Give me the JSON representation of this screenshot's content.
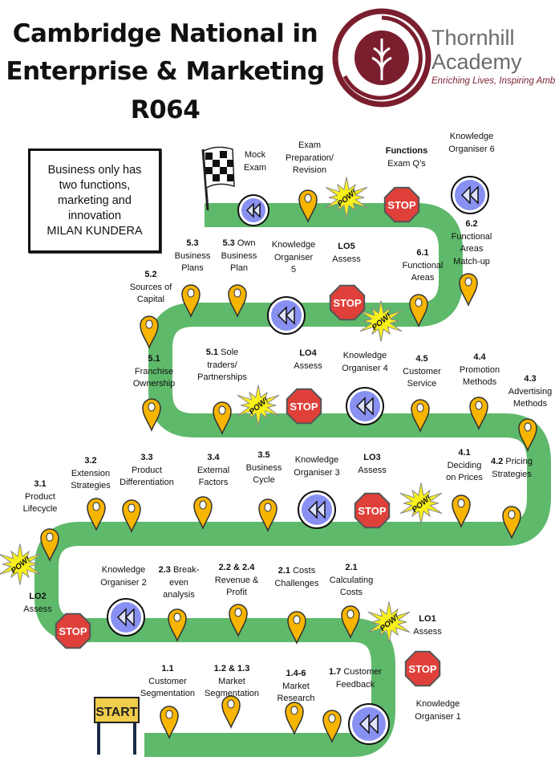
{
  "header": {
    "title_lines": [
      "Cambridge National in",
      "Enterprise & Marketing",
      "R064"
    ]
  },
  "logo": {
    "name_lines": [
      "Thornhill",
      "Academy"
    ],
    "tagline": "Enriching Lives, Inspiring Ambition",
    "color": "#7a1e2e"
  },
  "quote": {
    "lines": [
      "Business only has",
      "two functions,",
      "marketing and",
      "innovation",
      "MILAN KUNDERA"
    ]
  },
  "colors": {
    "road": "#5fb96b",
    "pin": "#f7b500",
    "stop": "#e0403a",
    "rewind": "#8890f2",
    "pow": "#f7f01a"
  },
  "start_sign": "START",
  "stops": [
    {
      "num": "",
      "lines": [
        "Mock",
        "Exam"
      ],
      "icon": "rewind"
    },
    {
      "num": "",
      "lines": [
        "Exam",
        "Preparation/",
        "Revision"
      ],
      "icon": "pin"
    },
    {
      "num": "",
      "lines": [],
      "icon": "pow"
    },
    {
      "num": "Functions",
      "lines": [
        "Exam Q’s"
      ],
      "icon": "stop"
    },
    {
      "num": "",
      "lines": [
        "Knowledge",
        "Organiser 6"
      ],
      "icon": "rewind"
    },
    {
      "num": "6.2",
      "lines": [
        "Functional",
        "Areas",
        "Match-up"
      ],
      "icon": "pin"
    },
    {
      "num": "6.1",
      "lines": [
        "Functional",
        "Areas"
      ],
      "icon": "pin"
    },
    {
      "num": "",
      "lines": [],
      "icon": "pow"
    },
    {
      "num": "LO5",
      "lines": [
        "Assess"
      ],
      "icon": "stop"
    },
    {
      "num": "",
      "lines": [
        "Knowledge",
        "Organiser",
        "5"
      ],
      "icon": "rewind"
    },
    {
      "num": "5.3",
      "inline": true,
      "lines": [
        "Own",
        "Business",
        "Plan"
      ],
      "icon": "pin"
    },
    {
      "num": "5.3",
      "lines": [
        "Business",
        "Plans"
      ],
      "icon": "pin"
    },
    {
      "num": "5.2",
      "lines": [
        "Sources of",
        "Capital"
      ],
      "icon": "pin"
    },
    {
      "num": "5.1",
      "lines": [
        "Franchise",
        "Ownership"
      ],
      "icon": "pin"
    },
    {
      "num": "5.1",
      "inline": true,
      "lines": [
        "Sole",
        "traders/",
        "Partnerships"
      ],
      "icon": "pin"
    },
    {
      "num": "",
      "lines": [],
      "icon": "pow"
    },
    {
      "num": "LO4",
      "lines": [
        "Assess"
      ],
      "icon": "stop"
    },
    {
      "num": "",
      "lines": [
        "Knowledge",
        "Organiser 4"
      ],
      "icon": "rewind"
    },
    {
      "num": "4.5",
      "lines": [
        "Customer",
        "Service"
      ],
      "icon": "pin"
    },
    {
      "num": "4.4",
      "lines": [
        "Promotion",
        "Methods"
      ],
      "icon": "pin"
    },
    {
      "num": "4.3",
      "lines": [
        "Advertising",
        "Methods"
      ],
      "icon": "pin"
    },
    {
      "num": "4.2",
      "inline": true,
      "lines": [
        "Pricing",
        "Strategies"
      ],
      "icon": "pin"
    },
    {
      "num": "4.1",
      "lines": [
        "Deciding",
        "on Prices"
      ],
      "icon": "pin"
    },
    {
      "num": "",
      "lines": [],
      "icon": "pow"
    },
    {
      "num": "LO3",
      "lines": [
        "Assess"
      ],
      "icon": "stop"
    },
    {
      "num": "",
      "lines": [
        "Knowledge",
        "Organiser 3"
      ],
      "icon": "rewind"
    },
    {
      "num": "3.5",
      "lines": [
        "Business",
        "Cycle"
      ],
      "icon": "pin"
    },
    {
      "num": "3.4",
      "lines": [
        "External",
        "Factors"
      ],
      "icon": "pin"
    },
    {
      "num": "3.3",
      "lines": [
        "Product",
        "Differentiation"
      ],
      "icon": "pin"
    },
    {
      "num": "3.2",
      "lines": [
        "Extension",
        "Strategies"
      ],
      "icon": "pin"
    },
    {
      "num": "3.1",
      "lines": [
        "Product",
        "Lifecycle"
      ],
      "icon": "pin"
    },
    {
      "num": "",
      "lines": [],
      "icon": "pow"
    },
    {
      "num": "LO2",
      "lines": [
        "Assess"
      ],
      "icon": "stop"
    },
    {
      "num": "",
      "lines": [
        "Knowledge",
        "Organiser 2"
      ],
      "icon": "rewind"
    },
    {
      "num": "2.3",
      "inline": true,
      "lines": [
        "Break-",
        "even",
        "analysis"
      ],
      "icon": "pin"
    },
    {
      "num": "2.2 & 2.4",
      "lines": [
        "Revenue &",
        "Profit"
      ],
      "icon": "pin"
    },
    {
      "num": "2.1",
      "inline": true,
      "lines": [
        "Costs",
        "Challenges"
      ],
      "icon": "pin"
    },
    {
      "num": "2.1",
      "lines": [
        "Calculating",
        "Costs"
      ],
      "icon": "pin"
    },
    {
      "num": "",
      "lines": [],
      "icon": "pow"
    },
    {
      "num": "LO1",
      "lines": [
        "Assess"
      ],
      "icon": "stop"
    },
    {
      "num": "",
      "lines": [
        "Knowledge",
        "Organiser 1"
      ],
      "icon": "rewind"
    },
    {
      "num": "1.7",
      "inline": true,
      "lines": [
        "Customer",
        "Feedback"
      ],
      "icon": "pin"
    },
    {
      "num": "1.4-6",
      "lines": [
        "Market",
        "Research"
      ],
      "icon": "pin"
    },
    {
      "num": "1.2 & 1.3",
      "lines": [
        "Market",
        "Segmentation"
      ],
      "icon": "pin"
    },
    {
      "num": "1.1",
      "lines": [
        "Customer",
        "Segmentation"
      ],
      "icon": "pin"
    }
  ],
  "stop_sign_text": "STOP",
  "pow_text": "POW!"
}
